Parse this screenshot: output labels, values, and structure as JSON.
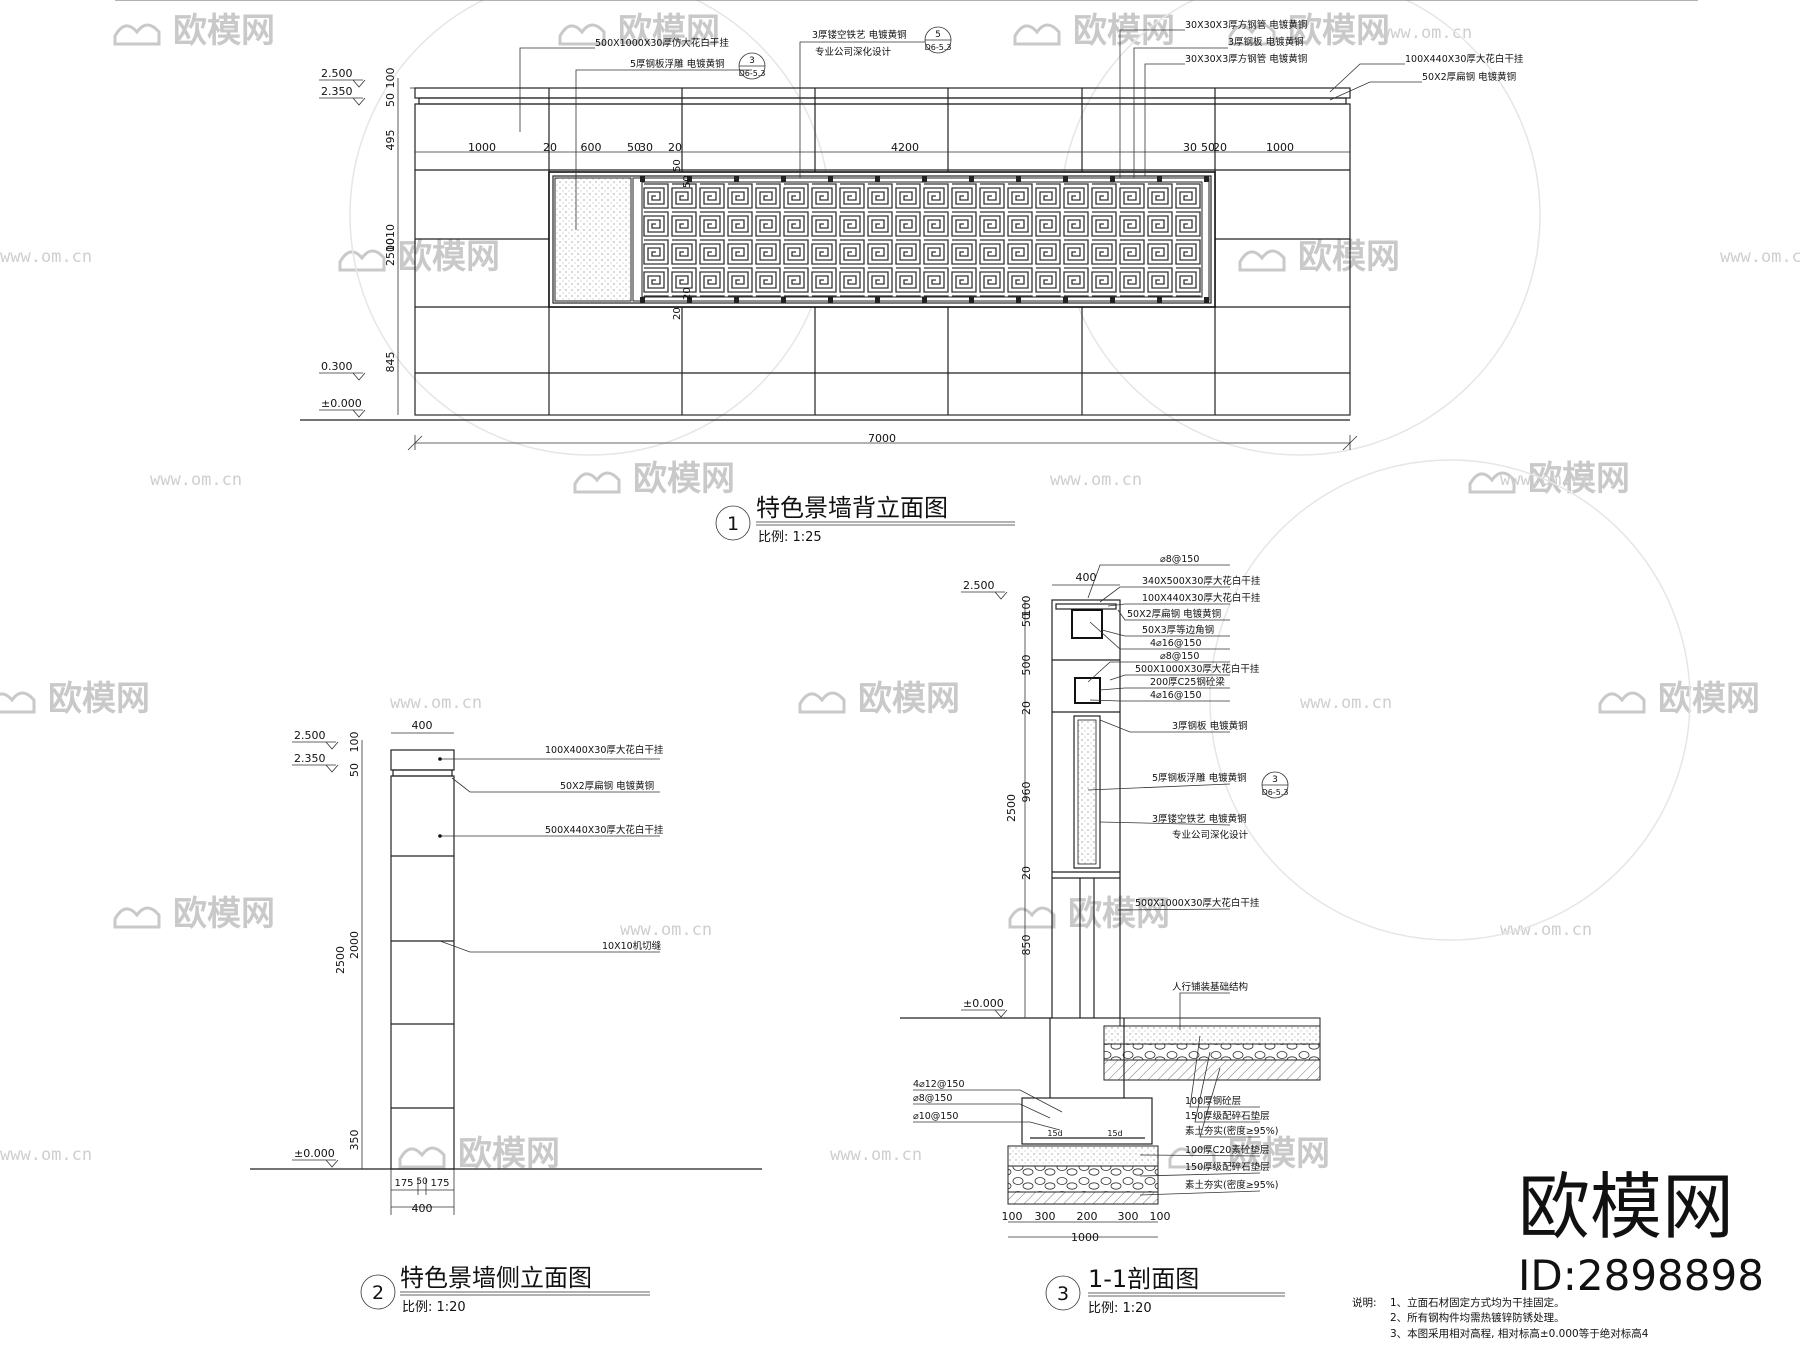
{
  "brand": {
    "logo_text": "欧模网",
    "id_text": "ID:2898898",
    "url": "www.om.cn",
    "url_short": "om.cn"
  },
  "drawing1": {
    "number": "1",
    "title": "特色景墙背立面图",
    "scale": "比例: 1:25",
    "levels": [
      "2.500",
      "2.350",
      "0.300",
      "±0.000"
    ],
    "dims_left": [
      "100",
      "50",
      "495",
      "1010",
      "2500",
      "845"
    ],
    "dims_top": [
      "1000",
      "20",
      "600",
      "50",
      "30",
      "20",
      "4200",
      "30",
      "50",
      "20",
      "1000"
    ],
    "dims_side": [
      "50",
      "50",
      "20",
      "20"
    ],
    "dim_total": "7000",
    "callouts": [
      {
        "text": "500X1000X30厚仿大花白干挂"
      },
      {
        "text": "5厚钢板浮雕  电镀黄铜",
        "ref_top": "3",
        "ref_bottom": "D6-5.3"
      },
      {
        "text": "3厚镂空铁艺  电镀黄铜",
        "ref_top": "5",
        "ref_bottom": "D6-5.3"
      },
      {
        "text": "专业公司深化设计"
      },
      {
        "text": "30X30X3厚方钢管  电镀黄铜"
      },
      {
        "text": "3厚钢板  电镀黄铜"
      },
      {
        "text": "30X30X3厚方钢管  电镀黄铜"
      },
      {
        "text": "100X440X30厚大花白干挂"
      },
      {
        "text": "50X2厚扁钢  电镀黄铜"
      }
    ]
  },
  "drawing2": {
    "number": "2",
    "title": "特色景墙侧立面图",
    "scale": "比例: 1:20",
    "levels": [
      "2.500",
      "2.350",
      "±0.000"
    ],
    "dims_left": [
      "100",
      "50",
      "2500",
      "2000",
      "350"
    ],
    "dim_top": "400",
    "dims_bottom": [
      "175",
      "50",
      "175"
    ],
    "dim_bottom_total": "400",
    "callouts": [
      "100X400X30厚大花白干挂",
      "50X2厚扁钢  电镀黄铜",
      "500X440X30厚大花白干挂",
      "10X10机切缝"
    ]
  },
  "drawing3": {
    "number": "3",
    "title": "1-1剖面图",
    "scale": "比例: 1:20",
    "levels": [
      "2.500",
      "±0.000"
    ],
    "dims_left": [
      "100",
      "50",
      "500",
      "20",
      "960",
      "20",
      "2500",
      "850"
    ],
    "dim_top": "400",
    "dims_bottom": [
      "100",
      "300",
      "200",
      "300",
      "100"
    ],
    "dim_bottom_total": "1000",
    "footing_labels": [
      "15d",
      "15d"
    ],
    "rebar_left": [
      "4⌀12@150",
      "⌀8@150",
      "⌀10@150"
    ],
    "callouts": [
      "⌀8@150",
      "340X500X30厚大花白干挂",
      "100X440X30厚大花白干挂",
      "50X2厚扁钢  电镀黄铜",
      "50X3厚等边角钢",
      "4⌀16@150",
      "⌀8@150",
      "500X1000X30厚大花白干挂",
      "200厚C25钢砼梁",
      "4⌀16@150",
      "3厚钢板  电镀黄铜",
      "5厚钢板浮雕  电镀黄铜",
      "3厚镂空铁艺  电镀黄铜",
      "专业公司深化设计",
      "500X1000X30厚大花白干挂",
      "人行铺装基础结构",
      "100厚钢砼层",
      "150厚级配碎石垫层",
      "素土夯实(密度≥95%)",
      "100厚C20素砼垫层",
      "150厚级配碎石垫层",
      "素土夯实(密度≥95%)"
    ],
    "ref": {
      "top": "3",
      "bottom": "D6-5.3"
    }
  },
  "notes": {
    "label": "说明:",
    "items": [
      "1、立面石材固定方式均为干挂固定。",
      "2、所有钢构件均需热镀锌防锈处理。",
      "3、本图采用相对高程, 相对标高±0.000等于绝对标高4"
    ]
  },
  "colors": {
    "line": "#222222",
    "watermark": "#c9c9c9",
    "hatch": "#555555"
  }
}
